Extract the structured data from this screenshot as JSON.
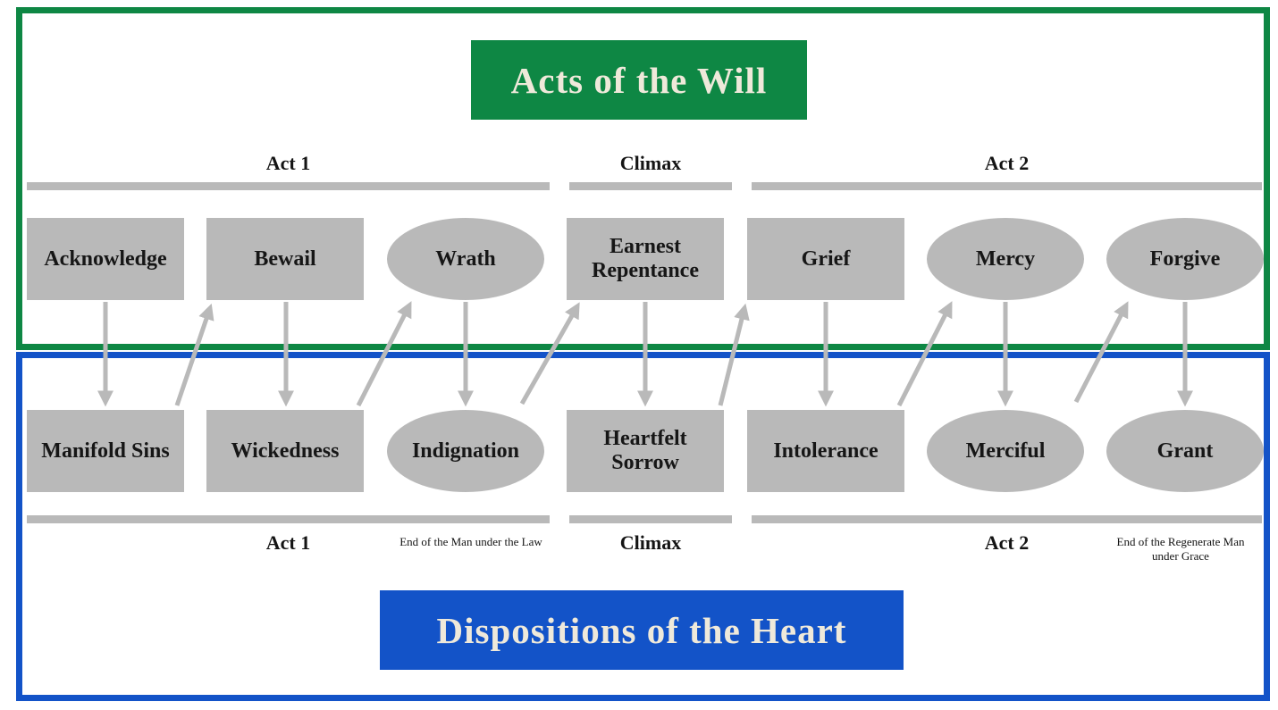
{
  "top_section": {
    "title": "Acts of the Will",
    "accent_color": "#0e8744",
    "timeline_labels": [
      "Act 1",
      "Climax",
      "Act 2"
    ],
    "nodes": [
      {
        "label": "Acknowledge",
        "shape": "rect"
      },
      {
        "label": "Bewail",
        "shape": "rect"
      },
      {
        "label": "Wrath",
        "shape": "ellipse"
      },
      {
        "label": "Earnest Repentance",
        "shape": "rect"
      },
      {
        "label": "Grief",
        "shape": "rect"
      },
      {
        "label": "Mercy",
        "shape": "ellipse"
      },
      {
        "label": "Forgive",
        "shape": "ellipse"
      }
    ]
  },
  "bottom_section": {
    "title": "Dispositions of the Heart",
    "accent_color": "#1353c8",
    "timeline_labels": [
      "Act 1",
      "Climax",
      "Act 2"
    ],
    "annotations": [
      "End of the Man under the Law",
      "End of the Regenerate Man under Grace"
    ],
    "nodes": [
      {
        "label": "Manifold Sins",
        "shape": "rect"
      },
      {
        "label": "Wickedness",
        "shape": "rect"
      },
      {
        "label": "Indignation",
        "shape": "ellipse"
      },
      {
        "label": "Heartfelt Sorrow",
        "shape": "rect"
      },
      {
        "label": "Intolerance",
        "shape": "rect"
      },
      {
        "label": "Merciful",
        "shape": "ellipse"
      },
      {
        "label": "Grant",
        "shape": "ellipse"
      }
    ]
  },
  "edges": {
    "downward": [
      {
        "from": "Acknowledge",
        "to": "Manifold Sins"
      },
      {
        "from": "Bewail",
        "to": "Wickedness"
      },
      {
        "from": "Wrath",
        "to": "Indignation"
      },
      {
        "from": "Earnest Repentance",
        "to": "Heartfelt Sorrow"
      },
      {
        "from": "Grief",
        "to": "Intolerance"
      },
      {
        "from": "Mercy",
        "to": "Merciful"
      },
      {
        "from": "Forgive",
        "to": "Grant"
      }
    ],
    "upward": [
      {
        "from": "Manifold Sins",
        "to": "Bewail"
      },
      {
        "from": "Wickedness",
        "to": "Wrath"
      },
      {
        "from": "Indignation",
        "to": "Earnest Repentance"
      },
      {
        "from": "Heartfelt Sorrow",
        "to": "Grief"
      },
      {
        "from": "Intolerance",
        "to": "Mercy"
      },
      {
        "from": "Merciful",
        "to": "Forgive"
      }
    ]
  },
  "palette": {
    "shape_gray": "#b9b9b9",
    "arrow_gray": "#b9b9b9",
    "banner_text": "#efe9da"
  }
}
